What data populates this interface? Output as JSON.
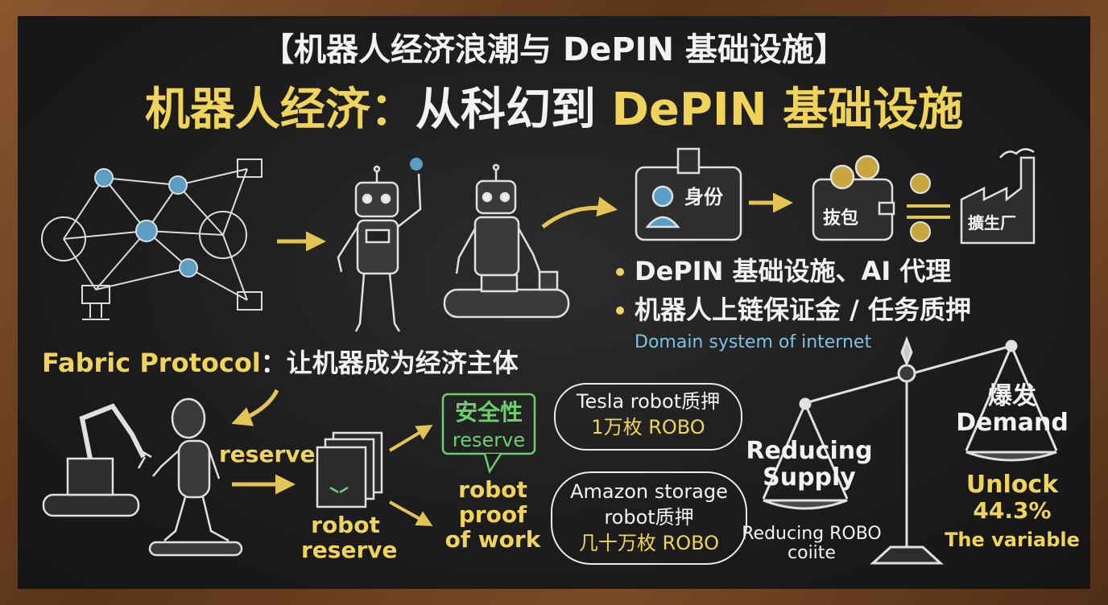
{
  "header": {
    "subtitle": "【机器人经济浪潮与 DePIN 基础设施】",
    "title_white": "机器人经济：从科幻到 ",
    "title_yellow_prefix": "机器人经济：",
    "title_white_mid": "从科幻到",
    "title_yellow_suffix": "DePIN 基础设施"
  },
  "top_flow": {
    "id_card_label": "身份",
    "wallet_label": "抜包",
    "factory_label": "擴生厂"
  },
  "bullets": {
    "item1": "DePIN 基础设施、AI 代理",
    "item2": "机器人上链保证金 / 任务质押",
    "caption": "Domain system of internet"
  },
  "fabric": {
    "label_yellow": "Fabric Protocol",
    "label_white": "：让机器成为经济主体"
  },
  "bottom_flow": {
    "reserve": "reserve",
    "robot_reserve_1": "robot",
    "robot_reserve_2": "reserve",
    "safety_title": "安全性",
    "safety_sub": "reserve",
    "proof_1": "robot",
    "proof_2": "proof",
    "proof_3": "of work",
    "tesla_1": "Tesla robot质押",
    "tesla_2": "1万枚 ROBO",
    "amazon_1": "Amazon storage",
    "amazon_2": "robot质押",
    "amazon_3": "几十万枚 ROBO"
  },
  "scale": {
    "left_1": "Reducing",
    "left_2": "Supply",
    "left_bottom_1": "Reducing ROBO",
    "left_bottom_2": "coiite",
    "right_top_1": "爆发",
    "right_top_2": "Demand",
    "unlock_1": "Unlock",
    "unlock_2": "44.3%",
    "unlock_3": "The variable"
  },
  "colors": {
    "chalk_white": "#f2f2f2",
    "chalk_yellow": "#f0d35a",
    "chalk_cyan": "#7cc4e6",
    "chalk_green": "#6ccf6c",
    "board": "#1d1d1d",
    "frame": "#6b4226"
  }
}
